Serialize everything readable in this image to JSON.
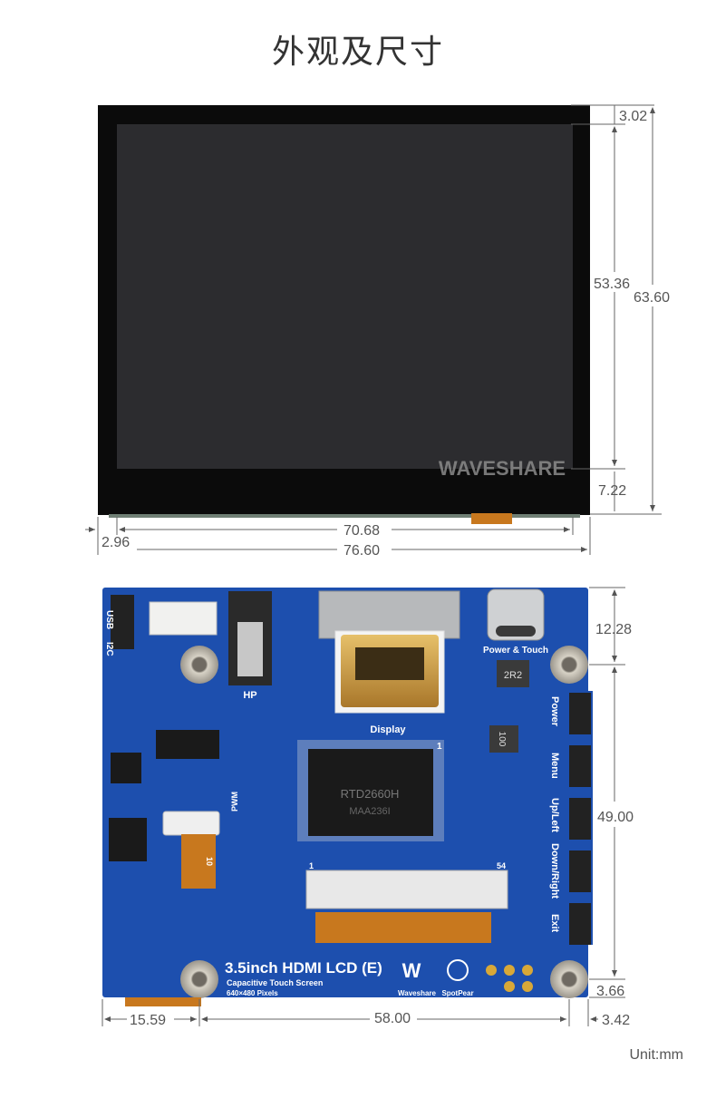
{
  "title": "外观及尺寸",
  "watermark": "WAVESHARE",
  "unit": "Unit:mm",
  "front_dims": {
    "top_bezel": "3.02",
    "active_height": "53.36",
    "total_height": "63.60",
    "bottom_bezel": "7.22",
    "active_width": "70.68",
    "left_offset": "2.96",
    "total_width": "76.60"
  },
  "back_dims": {
    "top_hole": "12.28",
    "hole_spacing_v": "49.00",
    "bottom_hole": "3.66",
    "left_hole": "15.59",
    "hole_spacing_h": "58.00",
    "right_hole": "3.42"
  },
  "board": {
    "product": "3.5inch HDMI LCD (E)",
    "subtitle": "Capacitive Touch Screen",
    "resolution": "640×480 Pixels",
    "display_label": "Display",
    "hp_label": "HP",
    "power_touch_label": "Power & Touch",
    "usb_label": "USB",
    "i2c_label": "I2C",
    "pwm_label": "PWM",
    "buttons": [
      "Power",
      "Menu",
      "Up/Left",
      "Down/Right",
      "Exit"
    ],
    "inductor": "2R2",
    "inductor2": "100",
    "brand1": "Waveshare",
    "brand2": "SpotPear",
    "chip": "RTD2660H",
    "chip_sub": "MAA236I",
    "pin1": "1",
    "pin54": "54",
    "pin10": "10"
  },
  "colors": {
    "pcb": "#1d4fae",
    "bezel": "#0b0b0b",
    "screen": "#2b2b2e",
    "gold": "#c99a3c",
    "fpc": "#c8781e"
  }
}
